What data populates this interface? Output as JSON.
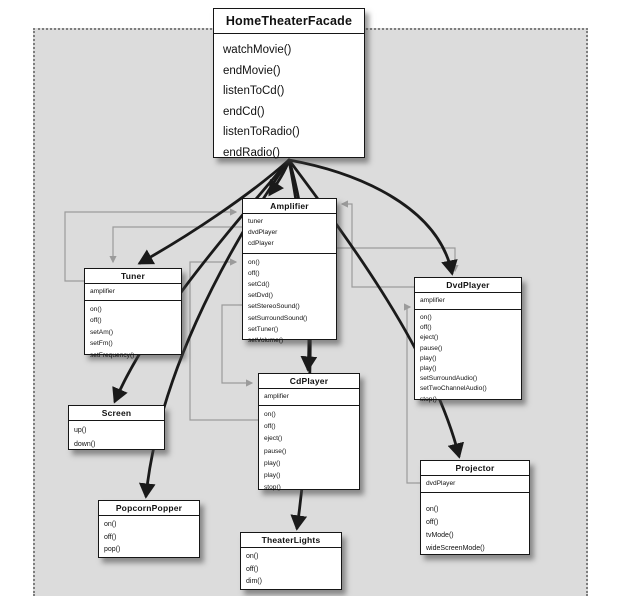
{
  "diagram_type": "uml-class-diagram",
  "colors": {
    "page_background": "#ffffff",
    "paper_background": "#dcdcdc",
    "box_background": "#ffffff",
    "box_border": "#161616",
    "facade_link_line": "#1a1a1a",
    "association_line": "#9b9b9b",
    "dotted_frame": "#7e7e7e"
  },
  "classes": [
    {
      "id": "facade",
      "name": "HomeTheaterFacade",
      "attributes": [],
      "methods": [
        "watchMovie()",
        "endMovie()",
        "listenToCd()",
        "endCd()",
        "listenToRadio()",
        "endRadio()"
      ]
    },
    {
      "id": "amplifier",
      "name": "Amplifier",
      "attributes": [
        "tuner",
        "dvdPlayer",
        "cdPlayer"
      ],
      "methods": [
        "on()",
        "off()",
        "setCd()",
        "setDvd()",
        "setStereoSound()",
        "setSurroundSound()",
        "setTuner()",
        "setVolume()"
      ]
    },
    {
      "id": "tuner",
      "name": "Tuner",
      "attributes": [
        "amplifier"
      ],
      "methods": [
        "on()",
        "off()",
        "setAm()",
        "setFm()",
        "setFrequency()"
      ]
    },
    {
      "id": "dvdplayer",
      "name": "DvdPlayer",
      "attributes": [
        "amplifier"
      ],
      "methods": [
        "on()",
        "off()",
        "eject()",
        "pause()",
        "play()",
        "play()",
        "setSurroundAudio()",
        "setTwoChannelAudio()",
        "stop()"
      ]
    },
    {
      "id": "cdplayer",
      "name": "CdPlayer",
      "attributes": [
        "amplifier"
      ],
      "methods": [
        "on()",
        "off()",
        "eject()",
        "pause()",
        "play()",
        "play()",
        "stop()"
      ]
    },
    {
      "id": "screen",
      "name": "Screen",
      "attributes": [],
      "methods": [
        "up()",
        "down()"
      ]
    },
    {
      "id": "projector",
      "name": "Projector",
      "attributes": [
        "dvdPlayer"
      ],
      "methods": [
        "on()",
        "off()",
        "tvMode()",
        "wideScreenMode()"
      ]
    },
    {
      "id": "popcorn",
      "name": "PopcornPopper",
      "attributes": [],
      "methods": [
        "on()",
        "off()",
        "pop()"
      ]
    },
    {
      "id": "theaterlights",
      "name": "TheaterLights",
      "attributes": [],
      "methods": [
        "on()",
        "off()",
        "dim()"
      ]
    }
  ],
  "facade_edges": [
    {
      "from": "HomeTheaterFacade",
      "to": "Tuner"
    },
    {
      "from": "HomeTheaterFacade",
      "to": "Screen"
    },
    {
      "from": "HomeTheaterFacade",
      "to": "PopcornPopper"
    },
    {
      "from": "HomeTheaterFacade",
      "to": "Amplifier"
    },
    {
      "from": "HomeTheaterFacade",
      "to": "CdPlayer"
    },
    {
      "from": "HomeTheaterFacade",
      "to": "TheaterLights"
    },
    {
      "from": "HomeTheaterFacade",
      "to": "DvdPlayer"
    },
    {
      "from": "HomeTheaterFacade",
      "to": "Projector"
    }
  ],
  "association_edges": [
    {
      "from": "Tuner",
      "to": "Amplifier"
    },
    {
      "from": "Amplifier",
      "to": "Tuner"
    },
    {
      "from": "Amplifier",
      "to": "DvdPlayer"
    },
    {
      "from": "DvdPlayer",
      "to": "Amplifier"
    },
    {
      "from": "Amplifier",
      "to": "CdPlayer"
    },
    {
      "from": "CdPlayer",
      "to": "Amplifier"
    },
    {
      "from": "Projector",
      "to": "DvdPlayer"
    }
  ]
}
